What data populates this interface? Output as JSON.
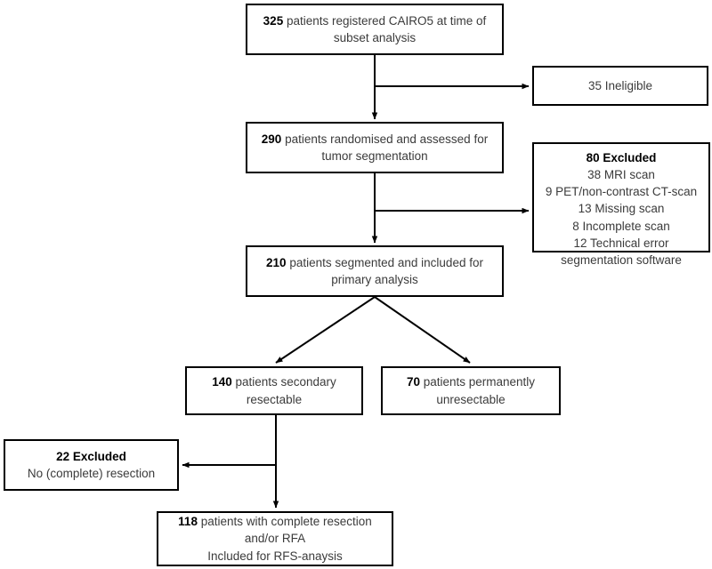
{
  "diagram": {
    "title": "CAIRO5 subset analysis CONSORT flow diagram",
    "type": "flowchart",
    "stroke_color": "#000000",
    "text_color": "#3b3b3b",
    "background": "#ffffff"
  },
  "boxes": {
    "registered": {
      "name": "registered-patients",
      "count": "325",
      "line1_rest": " patients registered CAIRO5 at time of",
      "line2": "subset analysis"
    },
    "ineligible": {
      "name": "ineligible",
      "text": "35 Ineligible"
    },
    "randomised": {
      "name": "randomised-assessed",
      "count": "290",
      "line1_rest": " patients randomised and assessed for",
      "line2": "tumor segmentation"
    },
    "excluded80": {
      "name": "excluded-segmentation",
      "header": "80 Excluded",
      "reasons": [
        "38 MRI scan",
        "9 PET/non-contrast CT-scan",
        "13 Missing scan",
        "8 Incomplete scan",
        "12 Technical error",
        "segmentation software"
      ]
    },
    "segmented": {
      "name": "segmented-primary-analysis",
      "count": "210",
      "line1_rest": " patients segmented and included for",
      "line2": "primary analysis"
    },
    "resectable": {
      "name": "secondary-resectable",
      "count": "140",
      "line1_rest": " patients secondary",
      "line2": "resectable"
    },
    "unresectable": {
      "name": "permanently-unresectable",
      "count": "70",
      "line1_rest": " patients permanently",
      "line2": "unresectable"
    },
    "excluded22": {
      "name": "excluded-no-resection",
      "header": "22 Excluded",
      "line2": "No (complete) resection"
    },
    "rfs": {
      "name": "complete-resection-rfs",
      "count": "118",
      "line1_rest": " patients with complete resection",
      "line2": "and/or RFA",
      "line3": "Included for RFS-anaysis"
    }
  },
  "connectors": [
    {
      "name": "registered-to-randomised",
      "kind": "vertical-arrow"
    },
    {
      "name": "registered-to-ineligible",
      "kind": "branch-right-arrow"
    },
    {
      "name": "randomised-to-segmented",
      "kind": "vertical-arrow"
    },
    {
      "name": "randomised-to-excluded80",
      "kind": "branch-right-arrow"
    },
    {
      "name": "segmented-to-resectable",
      "kind": "diagonal-arrow"
    },
    {
      "name": "segmented-to-unresectable",
      "kind": "diagonal-arrow"
    },
    {
      "name": "resectable-to-rfs",
      "kind": "vertical-arrow"
    },
    {
      "name": "resectable-to-excluded22",
      "kind": "branch-left-arrow"
    }
  ]
}
